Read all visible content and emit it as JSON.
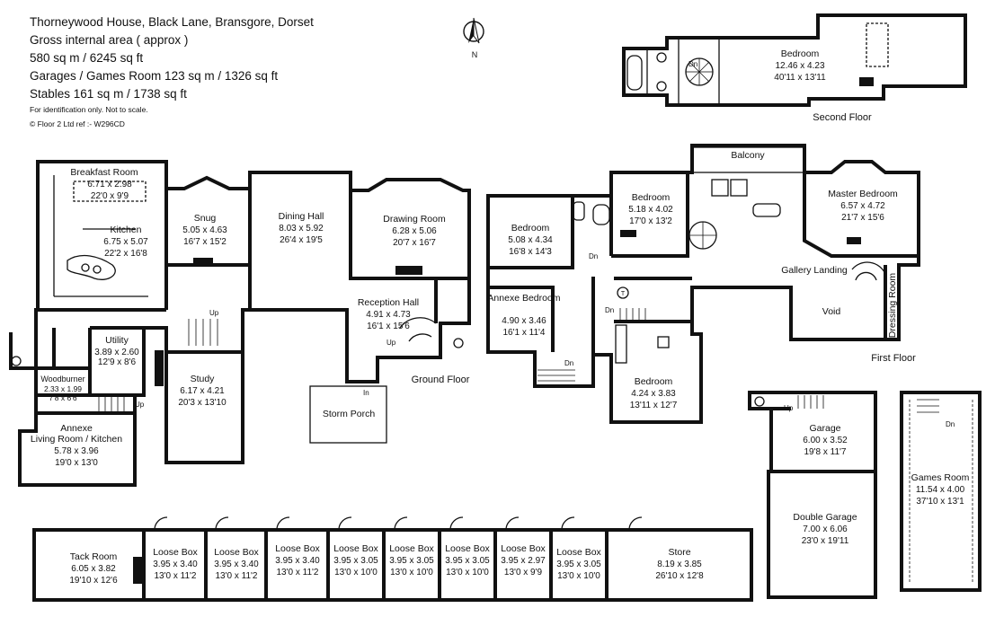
{
  "header": {
    "address": "Thorneywood House, Black Lane, Bransgore, Dorset",
    "gia_label": "Gross internal area ( approx )",
    "gia_value": "580 sq m / 6245 sq ft",
    "garages": "Garages / Games Room 123 sq m / 1326 sq ft",
    "stables": "Stables 161 sq m / 1738 sq ft",
    "disclaimer": "For identification only. Not to scale.",
    "copyright": "© Floor 2 Ltd  ref :-  W296CD"
  },
  "compass": {
    "label": "N"
  },
  "floor_labels": {
    "second": "Second Floor",
    "first": "First Floor",
    "ground": "Ground Floor"
  },
  "marks": {
    "up": "Up",
    "dn": "Dn",
    "in": "In",
    "t": "T"
  },
  "rooms": {
    "bedroom_sf": {
      "name": "Bedroom",
      "metric": "12.46 x 4.23",
      "imperial": "40'11 x 13'11"
    },
    "balcony": {
      "name": "Balcony"
    },
    "bedroom_1": {
      "name": "Bedroom",
      "metric": "5.18 x 4.02",
      "imperial": "17'0 x 13'2"
    },
    "master_bedroom": {
      "name": "Master Bedroom",
      "metric": "6.57 x 4.72",
      "imperial": "21'7 x 15'6"
    },
    "bedroom_2": {
      "name": "Bedroom",
      "metric": "5.08 x 4.34",
      "imperial": "16'8 x 14'3"
    },
    "gallery_landing": {
      "name": "Gallery Landing"
    },
    "dressing_room": {
      "name": "Dressing Room"
    },
    "void": {
      "name": "Void"
    },
    "annexe_bedroom": {
      "name": "Annexe Bedroom",
      "metric": "4.90 x 3.46",
      "imperial": "16'1 x 11'4"
    },
    "bedroom_3": {
      "name": "Bedroom",
      "metric": "4.24 x 3.83",
      "imperial": "13'11 x 12'7"
    },
    "breakfast_room": {
      "name": "Breakfast Room",
      "metric": "6.71 x 2.98",
      "imperial": "22'0 x 9'9"
    },
    "kitchen": {
      "name": "Kitchen",
      "metric": "6.75 x 5.07",
      "imperial": "22'2 x 16'8"
    },
    "snug": {
      "name": "Snug",
      "metric": "5.05 x 4.63",
      "imperial": "16'7 x 15'2"
    },
    "dining_hall": {
      "name": "Dining Hall",
      "metric": "8.03 x 5.92",
      "imperial": "26'4 x 19'5"
    },
    "drawing_room": {
      "name": "Drawing Room",
      "metric": "6.28 x 5.06",
      "imperial": "20'7 x 16'7"
    },
    "reception_hall": {
      "name": "Reception Hall",
      "metric": "4.91 x 4.73",
      "imperial": "16'1 x 15'6"
    },
    "utility": {
      "name": "Utility",
      "metric": "3.89 x 2.60",
      "imperial": "12'9 x 8'6"
    },
    "study": {
      "name": "Study",
      "metric": "6.17 x 4.21",
      "imperial": "20'3 x 13'10"
    },
    "storm_porch": {
      "name": "Storm Porch"
    },
    "woodburner": {
      "name": "Woodburner",
      "metric": "2.33 x 1.99",
      "imperial": "7'8 x 6'6"
    },
    "annexe_living": {
      "name": "Annexe",
      "name2": "Living Room / Kitchen",
      "metric": "5.78 x 3.96",
      "imperial": "19'0 x 13'0"
    },
    "garage": {
      "name": "Garage",
      "metric": "6.00 x 3.52",
      "imperial": "19'8 x 11'7"
    },
    "double_garage": {
      "name": "Double Garage",
      "metric": "7.00 x 6.06",
      "imperial": "23'0 x 19'11"
    },
    "games_room": {
      "name": "Games Room",
      "metric": "11.54 x 4.00",
      "imperial": "37'10 x 13'1"
    },
    "tack_room": {
      "name": "Tack Room",
      "metric": "6.05 x 3.82",
      "imperial": "19'10 x 12'6"
    },
    "loose_box_1": {
      "name": "Loose Box",
      "metric": "3.95 x 3.40",
      "imperial": "13'0 x 11'2"
    },
    "loose_box_2": {
      "name": "Loose Box",
      "metric": "3.95 x 3.40",
      "imperial": "13'0 x 11'2"
    },
    "loose_box_3": {
      "name": "Loose Box",
      "metric": "3.95 x 3.40",
      "imperial": "13'0 x 11'2"
    },
    "loose_box_4": {
      "name": "Loose Box",
      "metric": "3.95 x 3.05",
      "imperial": "13'0 x 10'0"
    },
    "loose_box_5": {
      "name": "Loose Box",
      "metric": "3.95 x 3.05",
      "imperial": "13'0 x 10'0"
    },
    "loose_box_6": {
      "name": "Loose Box",
      "metric": "3.95 x 3.05",
      "imperial": "13'0 x 10'0"
    },
    "loose_box_7": {
      "name": "Loose Box",
      "metric": "3.95 x 2.97",
      "imperial": "13'0 x 9'9"
    },
    "loose_box_8": {
      "name": "Loose Box",
      "metric": "3.95 x 3.05",
      "imperial": "13'0 x 10'0"
    },
    "store": {
      "name": "Store",
      "metric": "8.19 x 3.85",
      "imperial": "26'10 x 12'8"
    }
  }
}
